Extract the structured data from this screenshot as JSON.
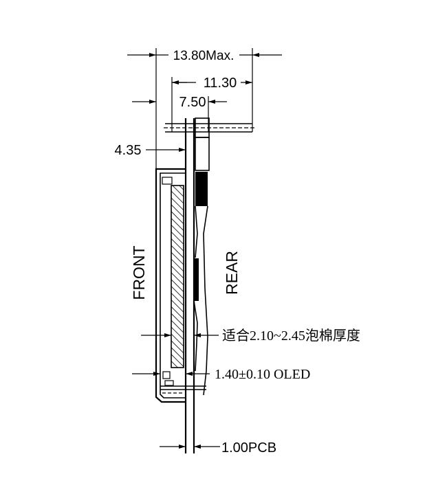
{
  "dimensions": {
    "overall_max": "13.80Max.",
    "width_1130": "11.30",
    "width_750": "7.50",
    "offset_435": "4.35",
    "pcb": "1.00PCB"
  },
  "annotations": {
    "foam": "适合2.10~2.45泡棉厚度",
    "oled": "1.40±0.10 OLED"
  },
  "side_labels": {
    "front": "FRONT",
    "rear": "REAR"
  }
}
